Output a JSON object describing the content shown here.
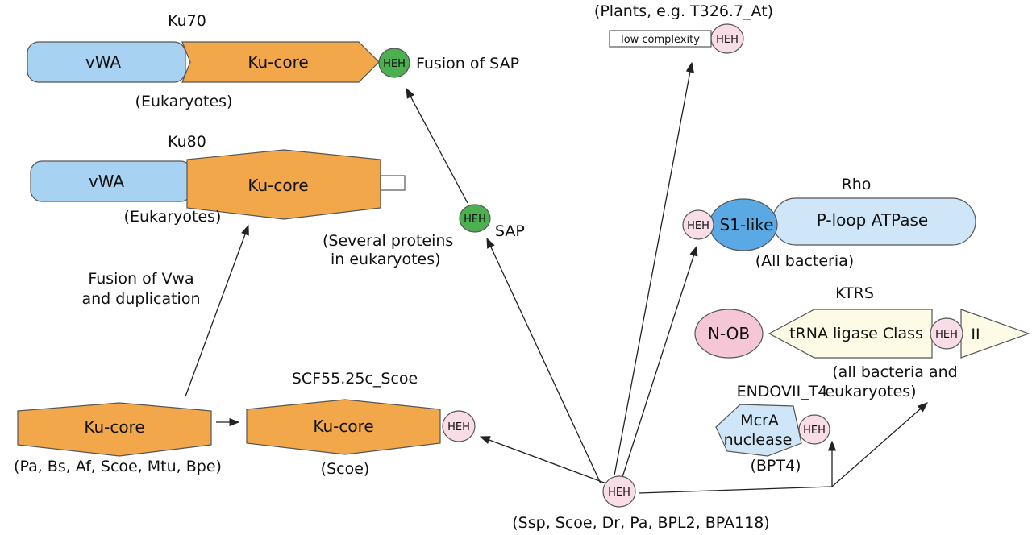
{
  "labels": {
    "ku70_title": "Ku70",
    "ku70_vwa": "vWA",
    "ku70_core": "Ku-core",
    "ku70_heh": "HEH",
    "fusion_sap": "Fusion of SAP",
    "ku70_euk": "(Eukaryotes)",
    "ku80_title": "Ku80",
    "ku80_vwa": "vWA",
    "ku80_core": "Ku-core",
    "ku80_euk": "(Eukaryotes)",
    "fusion_vwa_1": "Fusion of Vwa",
    "fusion_vwa_2": "and duplication",
    "sap_heh": "HEH",
    "sap_label": "SAP",
    "several_1": "(Several proteins",
    "several_2": "in eukaryotes)",
    "plants_title": "(Plants, e.g. T326.7_At)",
    "low_complexity": "low complexity",
    "plants_heh": "HEH",
    "rho_title": "Rho",
    "rho_heh": "HEH",
    "rho_s1": "S1-like",
    "rho_ploop": "P-loop ATPase",
    "rho_bact": "(All bacteria)",
    "ktrs_title": "KTRS",
    "ktrs_nob": "N-OB",
    "ktrs_trna": "tRNA ligase Class",
    "ktrs_heh": "HEH",
    "ktrs_ii": "II",
    "ktrs_note_1": "(all bacteria and",
    "ktrs_note_2": "eukaryotes)",
    "endo_title": "ENDOVII_T4",
    "endo_mcra_1": "McrA",
    "endo_mcra_2": "nuclease",
    "endo_heh": "HEH",
    "endo_bpt4": "(BPT4)",
    "bact_core": "Ku-core",
    "bact_species": "(Pa, Bs, Af, Scoe, Mtu, Bpe)",
    "scf_title": "SCF55.25c_Scoe",
    "scf_core": "Ku-core",
    "scf_heh": "HEH",
    "scf_scoe": "(Scoe)",
    "root_heh": "HEH",
    "root_species": "(Ssp, Scoe, Dr, Pa, BPL2, BPA118)"
  },
  "colors": {
    "vwa_fill": "#a8d2f2",
    "kucore_fill": "#f2a84a",
    "heh_pink": "#f8dde6",
    "heh_green": "#4caf50",
    "s1_blue": "#5aa8e4",
    "ploop_fill": "#cfe6f8",
    "nob_pink": "#f5c6d6",
    "trna_fill": "#fdfbe6",
    "mcra_fill": "#cfe6f8"
  }
}
